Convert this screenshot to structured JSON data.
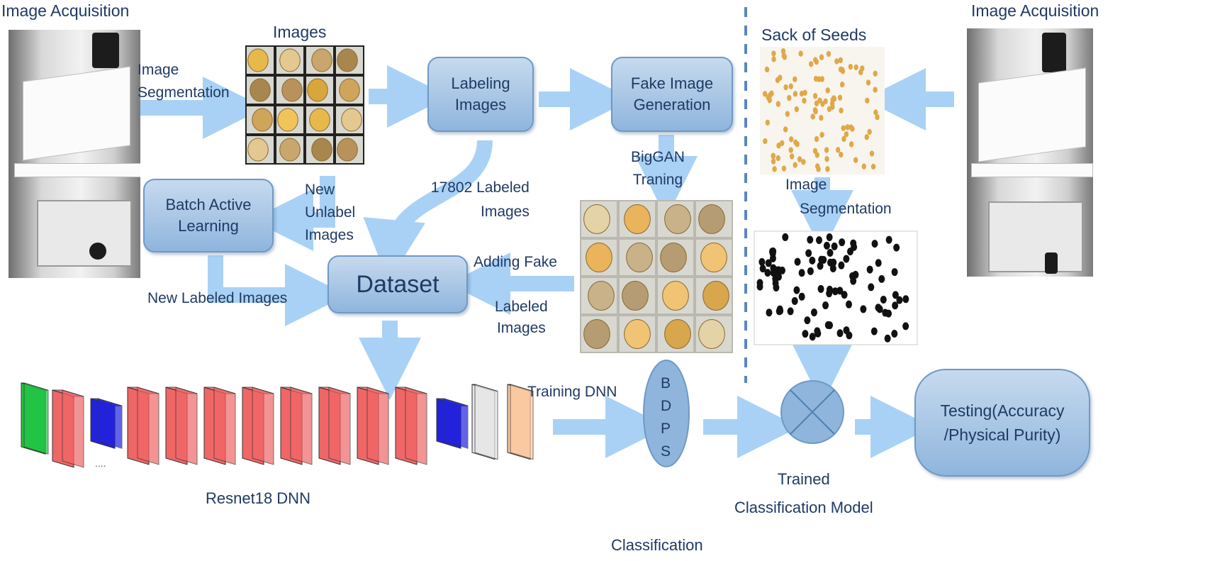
{
  "titles": {
    "image_acquisition_left": "Image Acquisition",
    "image_acquisition_right": "Image Acquisition",
    "images": "Images",
    "sack_of_seeds": "Sack of Seeds"
  },
  "nodes": {
    "labeling_images": [
      "Labeling",
      "Images"
    ],
    "fake_image_generation": [
      "Fake Image",
      "Generation"
    ],
    "batch_active_learning": [
      "Batch Active",
      "Learning"
    ],
    "dataset": "Dataset",
    "testing": [
      "Testing(Accuracy",
      "/Physical Purity)"
    ],
    "classes": [
      "B",
      "D",
      "P",
      "S"
    ]
  },
  "edge_labels": {
    "image_segmentation_left": [
      "Image",
      "Segmentation"
    ],
    "new_unlabel_images": [
      "New",
      "Unlabel",
      "Images"
    ],
    "labeled_count": [
      "17802 Labeled",
      "Images"
    ],
    "biggan_training": [
      "BigGAN",
      "Traning"
    ],
    "adding_fake": "Adding Fake",
    "labeled_images": [
      "Labeled",
      "Images"
    ],
    "new_labeled_images": "New Labeled Images",
    "image_segmentation_right": [
      "Image",
      "Segmentation"
    ],
    "training_dnn": "Training DNN"
  },
  "captions": {
    "resnet": "Resnet18 DNN",
    "classification": "Classification",
    "trained_model": [
      "Trained",
      "Classification Model"
    ],
    "ellipsis": "...."
  },
  "colors": {
    "arrow": "#a9d1f5",
    "box_border": "#6f99c4",
    "text": "#1f3a64",
    "layer_red": "#f06666",
    "layer_blue": "#2222dd",
    "layer_green": "#22c444",
    "layer_gray": "#e6e6e6",
    "layer_peach": "#fbc9a1",
    "divider": "#5a86c0"
  }
}
